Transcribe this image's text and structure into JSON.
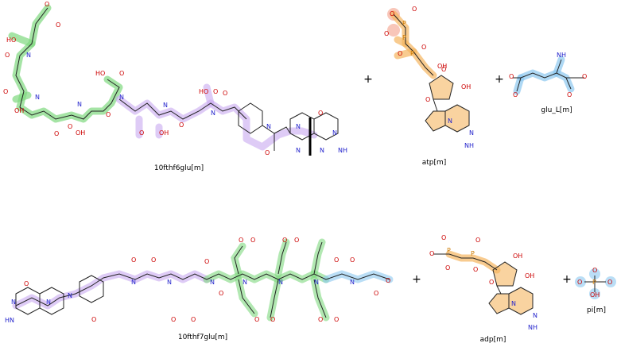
{
  "reaction": {
    "reactants": [
      {
        "id": "r1",
        "label": "10fthf6glu[m]"
      },
      {
        "id": "r2",
        "label": "atp[m]"
      },
      {
        "id": "r3",
        "label": "glu_L[m]"
      }
    ],
    "products": [
      {
        "id": "p1",
        "label": "10fthf7glu[m]"
      },
      {
        "id": "p2",
        "label": "adp[m]"
      },
      {
        "id": "p3",
        "label": "pi[m]"
      }
    ],
    "operator": "+"
  },
  "colors": {
    "green": "#7fd87f",
    "purple": "#c8a8f0",
    "orange": "#f5b560",
    "blue": "#8cc8f0",
    "salmon": "#f3a08a"
  }
}
